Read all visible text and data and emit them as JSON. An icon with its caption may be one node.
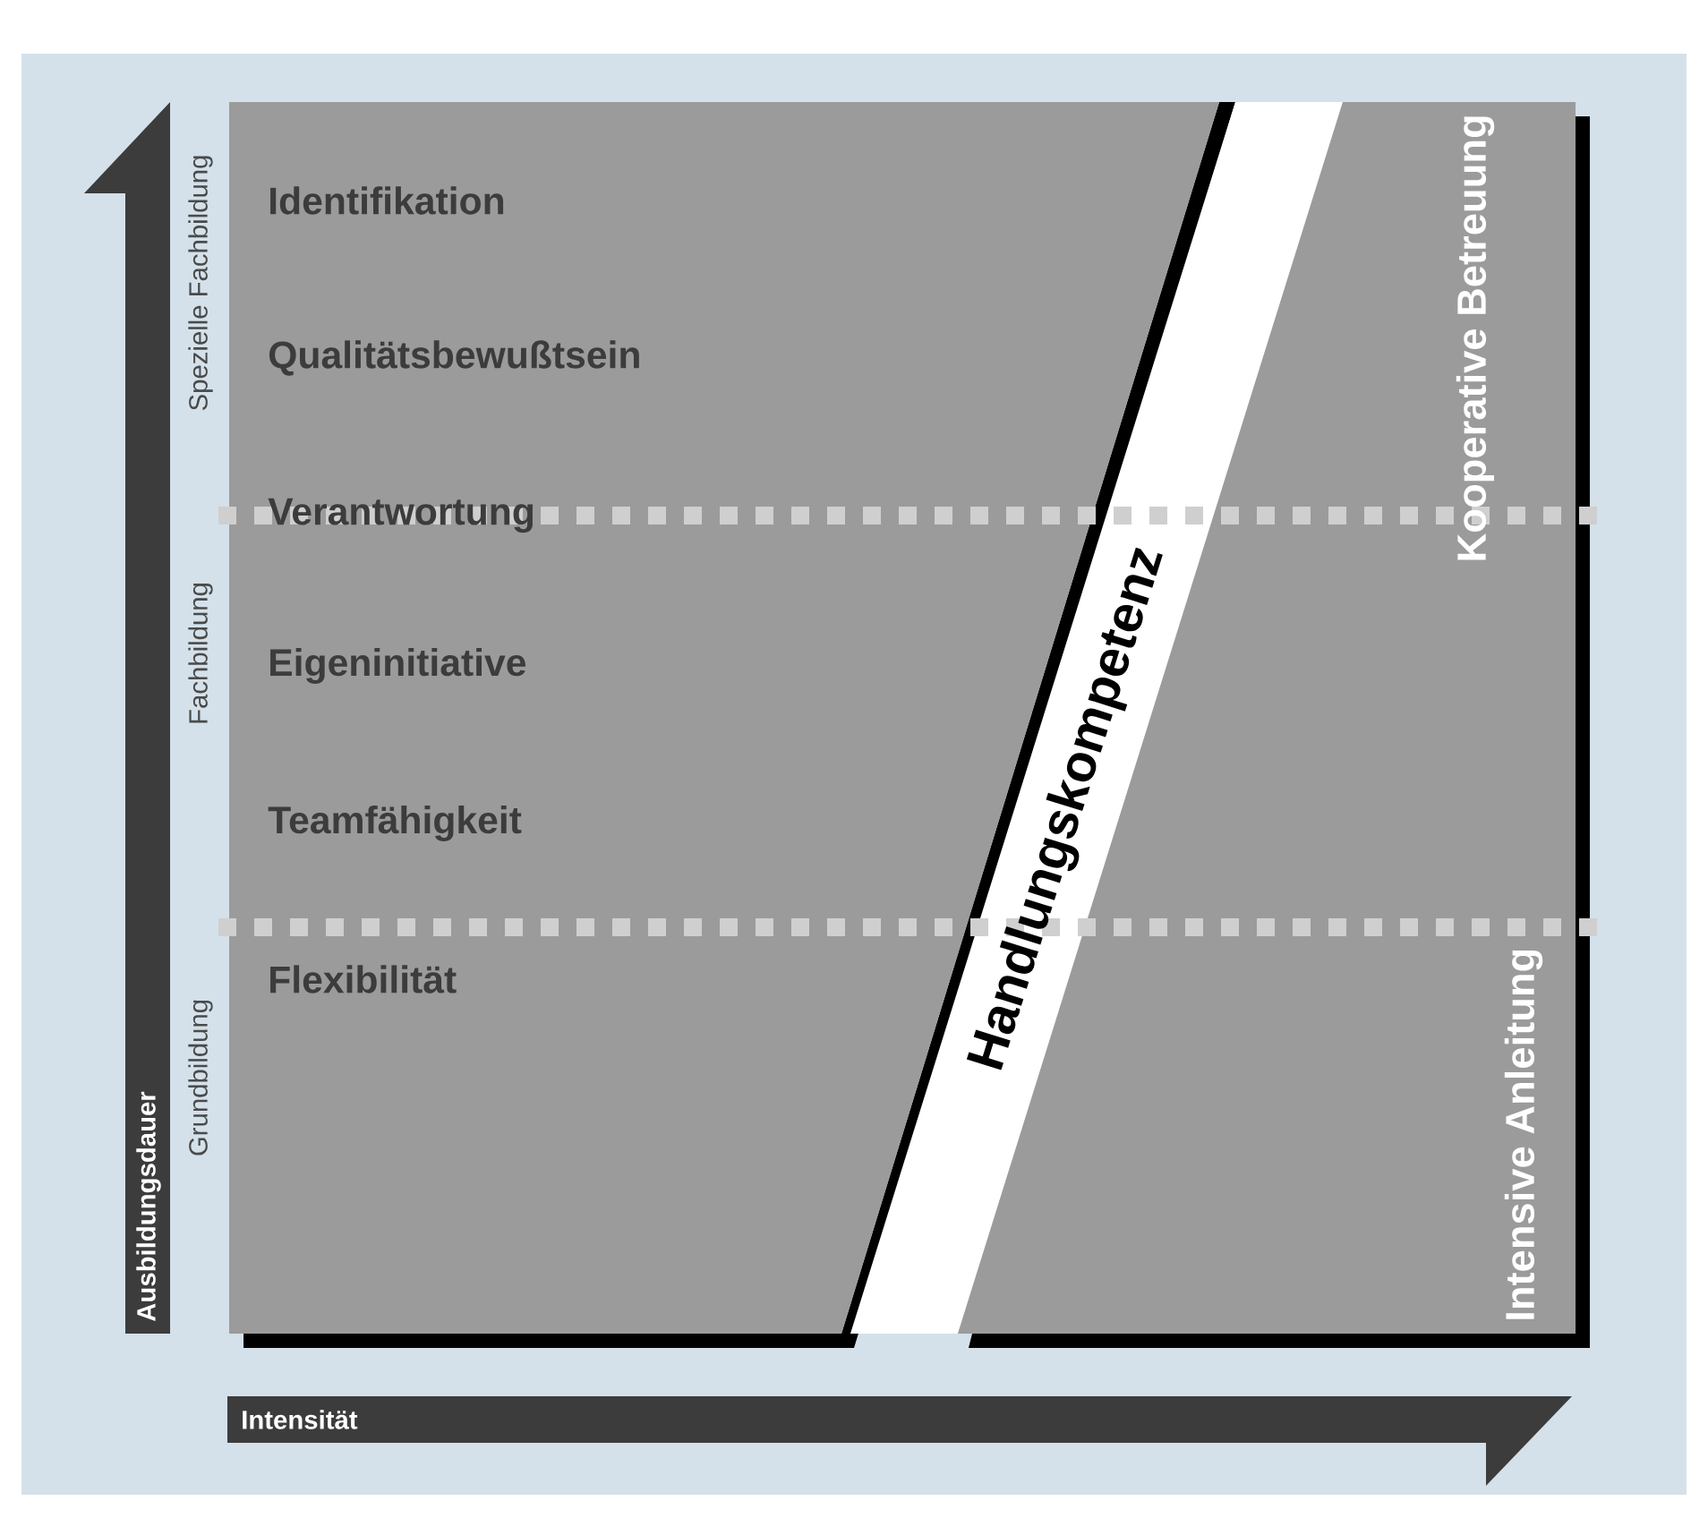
{
  "diagram": {
    "nodes": [
      {
        "text": [
          "Identifikation",
          "Qualitätsbewußtsein",
          "Verantwortung",
          "Eigeninitiative",
          "Teamfähigkeit",
          "Flexibilität"
        ]
      },
      {
        "text": [
          "Handlungskompetenz"
        ]
      },
      {
        "text": [
          "Kooperative Betreuung",
          "Intensive Anleitung"
        ]
      }
    ],
    "labels": [
      "Spezielle Fachbildung",
      "Fachbildung",
      "Grundbildung",
      "Ausbildungsdauer",
      "Intensität"
    ]
  }
}
